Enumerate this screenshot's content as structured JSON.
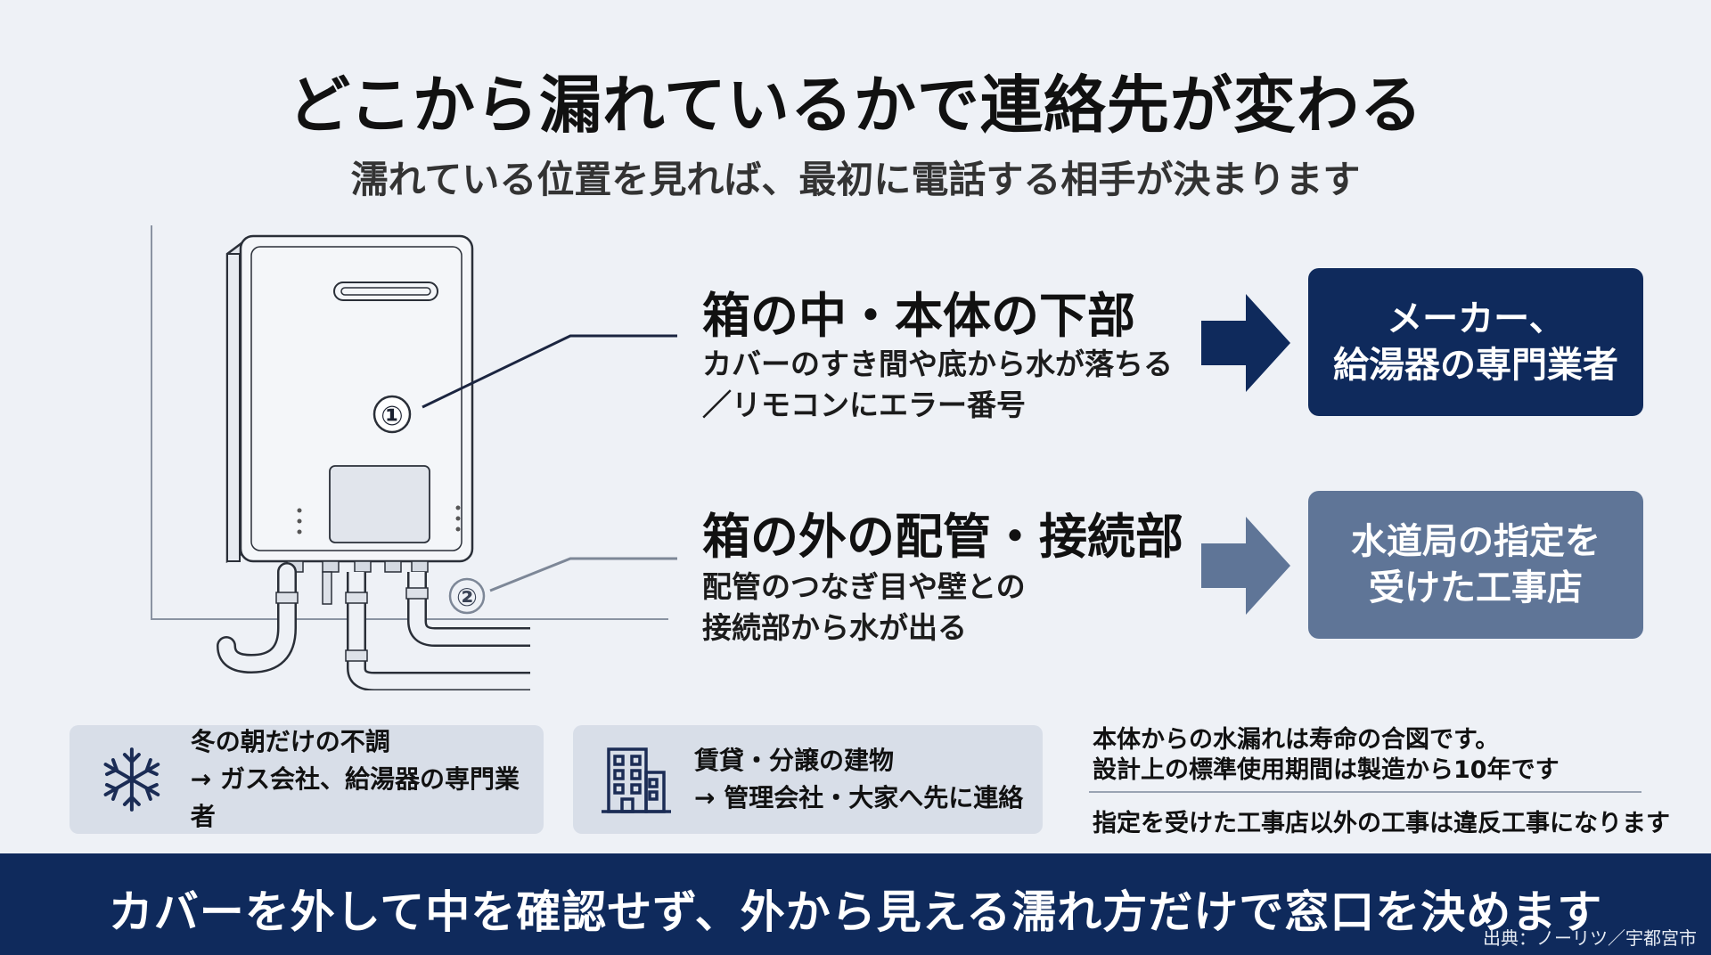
{
  "header": {
    "title": "どこから漏れているかで連絡先が変わる",
    "subtitle": "濡れている位置を見れば、最初に電話する相手が決まります"
  },
  "cases": [
    {
      "marker": "①",
      "heading": "箱の中・本体の下部",
      "desc_line1": "カバーのすき間や底から水が落ちる",
      "desc_line2": "／リモコンにエラー番号",
      "contact_line1": "メーカー、",
      "contact_line2": "給湯器の専門業者"
    },
    {
      "marker": "②",
      "heading": "箱の外の配管・接続部",
      "desc_line1": "配管のつなぎ目や壁との",
      "desc_line2": "接続部から水が出る",
      "contact_line1": "水道局の指定を",
      "contact_line2": "受けた工事店"
    }
  ],
  "notes": [
    {
      "icon": "snowflake-icon",
      "line1": "冬の朝だけの不調",
      "line2": "→ ガス会社、給湯器の専門業者"
    },
    {
      "icon": "building-icon",
      "line1": "賃貸・分譲の建物",
      "line2": "→ 管理会社・大家へ先に連絡"
    }
  ],
  "fine_print": {
    "line1": "本体からの水漏れは寿命の合図です。",
    "line2": "設計上の標準使用期間は製造から10年です",
    "line3": "指定を受けた工事店以外の工事は違反工事になります"
  },
  "footer": {
    "main": "カバーを外して中を確認せず、外から見える濡れ方だけで窓口を決めます",
    "source": "出典：ノーリツ／宇都宮市"
  },
  "colors": {
    "navy": "#0f2a5c",
    "slate": "#5f7597",
    "background": "#eef1f6"
  }
}
